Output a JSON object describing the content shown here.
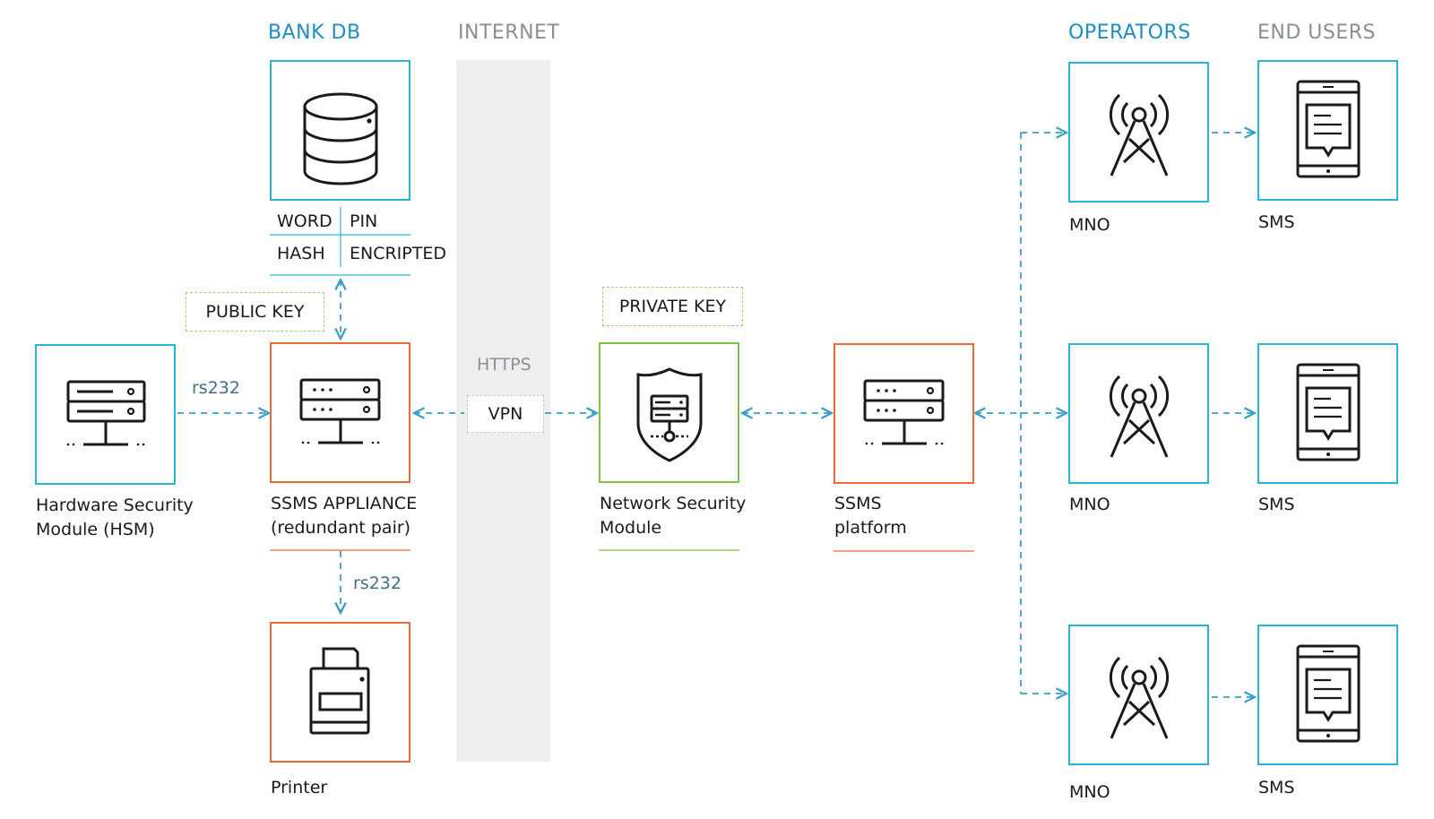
{
  "headers": {
    "bank_db": "BANK DB",
    "internet": "INTERNET",
    "operators": "OPERATORS",
    "end_users": "END USERS"
  },
  "bank_table": {
    "row1": [
      "WORD",
      "PIN"
    ],
    "row2": [
      "HASH",
      "ENCRIPTED"
    ]
  },
  "tags": {
    "public_key": "PUBLIC KEY",
    "private_key": "PRIVATE KEY",
    "vpn": "VPN"
  },
  "link_labels": {
    "hsm_link": "rs232",
    "printer_link": "rs232",
    "https": "HTTPS"
  },
  "nodes": {
    "hsm": {
      "line1": "Hardware Security",
      "line2": "Module (HSM)"
    },
    "appliance": {
      "line1": "SSMS APPLIANCE",
      "line2": "(redundant pair)"
    },
    "printer": {
      "line1": "Printer"
    },
    "nsm": {
      "line1": "Network Security",
      "line2": "Module"
    },
    "platform": {
      "line1": "SSMS",
      "line2": "platform"
    }
  },
  "operators": [
    "MNO",
    "MNO",
    "MNO"
  ],
  "end_users": [
    "SMS",
    "SMS",
    "SMS"
  ],
  "colors": {
    "blue": "#2ab4d6",
    "orange": "#ec6a35",
    "green": "#7dc142",
    "header_blue": "#1e8fc0",
    "header_grey": "#8a8f94",
    "connector": "#3a9fc6"
  },
  "icons": {
    "bank_db": "database-icon",
    "hsm": "server-icon",
    "appliance": "server-icon",
    "printer": "printer-icon",
    "nsm": "shield-server-icon",
    "platform": "server-icon",
    "operators": "cell-tower-icon",
    "end_users": "tablet-message-icon"
  }
}
